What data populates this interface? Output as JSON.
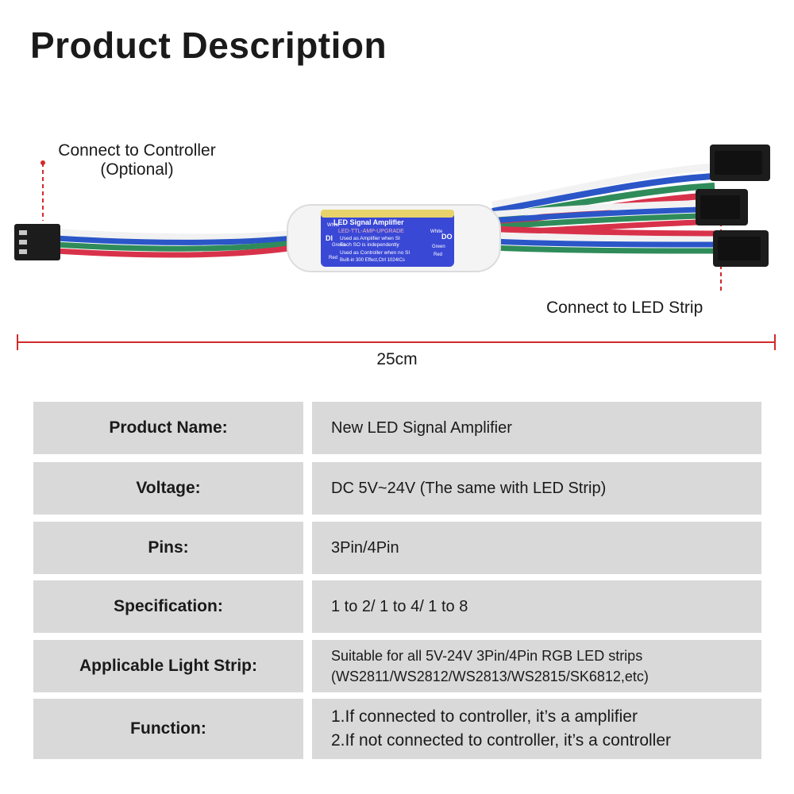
{
  "title": "Product Description",
  "labels": {
    "controller_line1": "Connect to Controller",
    "controller_line2": "(Optional)",
    "strip": "Connect to LED Strip",
    "length": "25cm"
  },
  "device_label": {
    "heading": "LED Signal Amplifier",
    "model": "LED-TTL-AMP-UPGRADE",
    "line1": "Used as Amplifier when SI",
    "line2": "Each SO is independently",
    "line3": "Used as Controller when no SI",
    "line4": "Built-in 300 Effect,Ctrl 1024ICs",
    "pin_white": "White",
    "pin_di": "DI",
    "pin_green": "Green",
    "pin_red": "Red",
    "pin_do": "DO"
  },
  "colors": {
    "accent_red": "#d22a2a",
    "table_bg": "#d9d9d9",
    "wire_white": "#f2f2f2",
    "wire_blue": "#2b56c8",
    "wire_green": "#2f8c5a",
    "wire_red": "#d8324a",
    "label_blue": "#3a48d6"
  },
  "specs": {
    "product_name": {
      "key": "Product Name:",
      "value": "New LED Signal Amplifier"
    },
    "voltage": {
      "key": "Voltage:",
      "value": "DC 5V~24V (The same with LED Strip)"
    },
    "pins": {
      "key": "Pins:",
      "value": "3Pin/4Pin"
    },
    "specification": {
      "key": "Specification:",
      "value": "1 to 2/ 1 to 4/ 1 to 8"
    },
    "strip": {
      "key": "Applicable Light Strip:",
      "value_line1": "Suitable for all 5V-24V 3Pin/4Pin RGB LED strips",
      "value_line2": "(WS2811/WS2812/WS2813/WS2815/SK6812,etc)"
    },
    "function": {
      "key": "Function:",
      "value_line1": "1.If connected to controller, it’s a amplifier",
      "value_line2": "2.If not connected to controller, it’s a controller"
    }
  }
}
